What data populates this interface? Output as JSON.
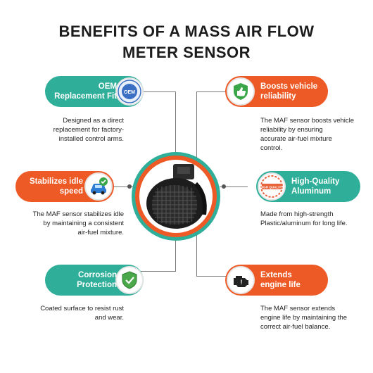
{
  "title": {
    "line1": "BENEFITS OF A MASS AIR FLOW",
    "line2": "METER SENSOR"
  },
  "colors": {
    "teal": "#2fae99",
    "orange": "#ee5a25"
  },
  "benefits": [
    {
      "label_1": "OEM",
      "label_2": "Replacement Fit",
      "badge_text": "OEM",
      "icon": "oem-badge-icon",
      "desc_1": "Designed as a direct",
      "desc_2": "replacement for factory-",
      "desc_3": "installed control arms."
    },
    {
      "label_1": "Boosts vehicle",
      "label_2": "reliability",
      "icon": "thumbs-up-shield-icon",
      "desc_1": "The MAF sensor boosts vehicle",
      "desc_2": "reliability by ensuring",
      "desc_3": "accurate air-fuel mixture",
      "desc_4": "control."
    },
    {
      "label_1": "Stabilizes idle",
      "label_2": "speed",
      "icon": "car-check-icon",
      "desc_1": "The MAF sensor stabilizes idle",
      "desc_2": "by maintaining a consistent",
      "desc_3": "air-fuel mixture."
    },
    {
      "label_1": "High-Quality",
      "label_2": "Aluminum",
      "badge_text": "HIGH QUALITY",
      "icon": "quality-stamp-icon",
      "desc_1": "Made from high-strength",
      "desc_2": "Plastic/aluminum for long life."
    },
    {
      "label_1": "Corrosion",
      "label_2": "Protection",
      "icon": "shield-check-icon",
      "desc_1": "Coated surface to resist rust",
      "desc_2": "and wear."
    },
    {
      "label_1": "Extends",
      "label_2": "engine life",
      "icon": "engine-icon",
      "desc_1": "The MAF sensor extends",
      "desc_2": "engine life by maintaining the",
      "desc_3": "correct air-fuel balance."
    }
  ]
}
